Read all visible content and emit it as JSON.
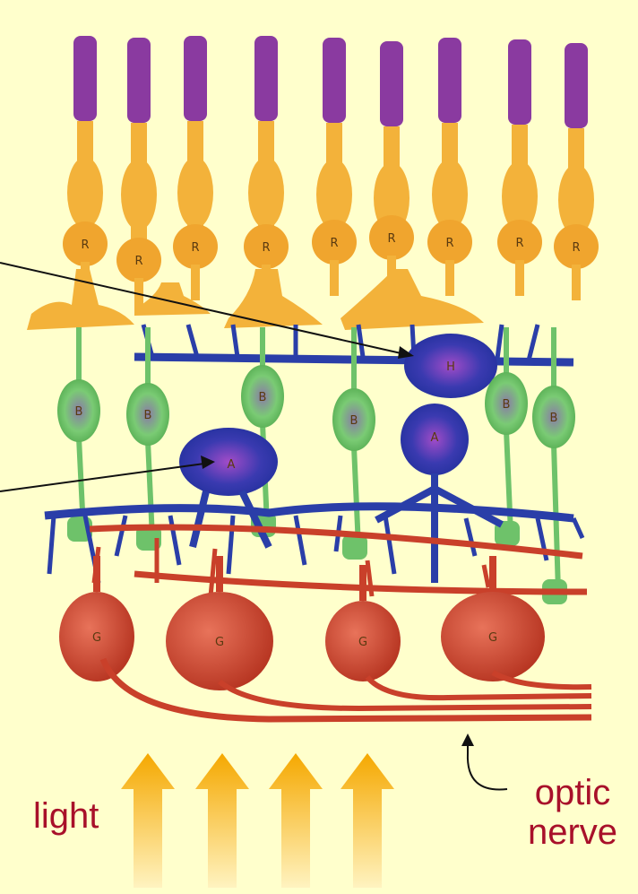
{
  "labels": {
    "light": "light",
    "optic_line1": "optic",
    "optic_line2": "nerve"
  },
  "cell_letters": {
    "rod": "R",
    "horizontal": "H",
    "bipolar": "B",
    "amacrine": "A",
    "ganglion": "G"
  },
  "colors": {
    "background": "#ffffcc",
    "label_text": "#a8102a",
    "outer_segment": "#8a3aa0",
    "photoreceptor": "#f3b23a",
    "horizontal_amacrine": "#2a3ea8",
    "bipolar": "#6ec26a",
    "ganglion": "#c9402a",
    "light_arrows": "#f5b820"
  }
}
